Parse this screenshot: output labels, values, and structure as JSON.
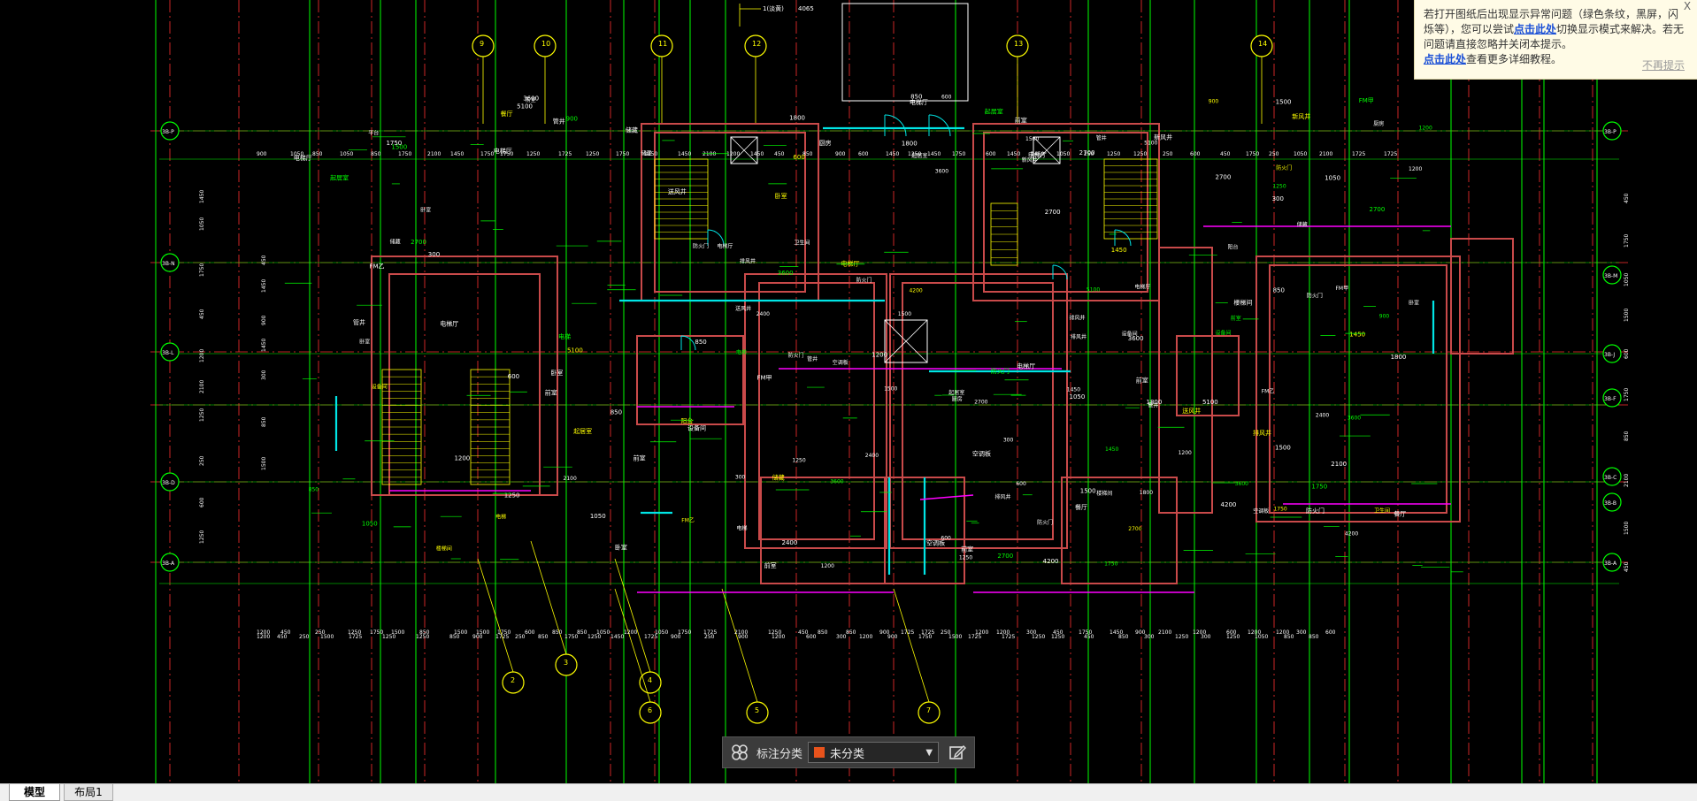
{
  "notice": {
    "text_1": "若打开图纸后出现显示异常问题（绿色条纹，黑屏，闪烁等），您可以尝试",
    "link_1": "点击此处",
    "text_2": "切换显示模式来解决。若无问题请直接忽略并关闭本提示。",
    "link_2": "点击此处",
    "text_3": "查看更多详细教程。",
    "dismiss": "不再提示",
    "close": "X"
  },
  "annotation_bar": {
    "label": "标注分类",
    "selected": "未分类",
    "swatch_color": "#e8531c",
    "grid_icon": "grid-icon",
    "edit_icon": "edit-icon"
  },
  "tabs": [
    {
      "label": "模型",
      "active": true
    },
    {
      "label": "布局1",
      "active": false
    }
  ],
  "drawing": {
    "axis_left": [
      "3B-P",
      "3B-N",
      "3B-L",
      "3B-D",
      "3B-A"
    ],
    "axis_right": [
      "3B-P",
      "3B-M",
      "3B-J",
      "3B-F",
      "3B-C",
      "3B-B",
      "3B-A"
    ],
    "axis_top": [
      "9",
      "10",
      "11",
      "12",
      "13",
      "14"
    ],
    "axis_bottom": [
      "2",
      "3",
      "4",
      "5",
      "6",
      "7"
    ],
    "labels": [
      "电梯厅",
      "前室",
      "楼梯间",
      "管井",
      "排风井",
      "送风井",
      "厨房",
      "卫生间",
      "卧室",
      "起居室",
      "餐厅",
      "阳台",
      "空调板",
      "平台",
      "电梯",
      "新风井",
      "储藏",
      "设备间",
      "防火门",
      "FM乙",
      "FM甲",
      "1750",
      "2100",
      "1200",
      "900",
      "1500",
      "3600",
      "2700",
      "4200",
      "1800",
      "5100",
      "2400",
      "1450",
      "300",
      "600",
      "1050",
      "850",
      "1250"
    ],
    "top_dims": [
      "1(淡黄)",
      "4065"
    ]
  },
  "colors": {
    "bg": "#000000",
    "wall": "#c94a4a",
    "axis": "#00ff00",
    "dim": "#ffffff",
    "text": "#ffff00",
    "cyan": "#00e5e5",
    "magenta": "#ff00ff",
    "axis_red": "#ff3030"
  }
}
